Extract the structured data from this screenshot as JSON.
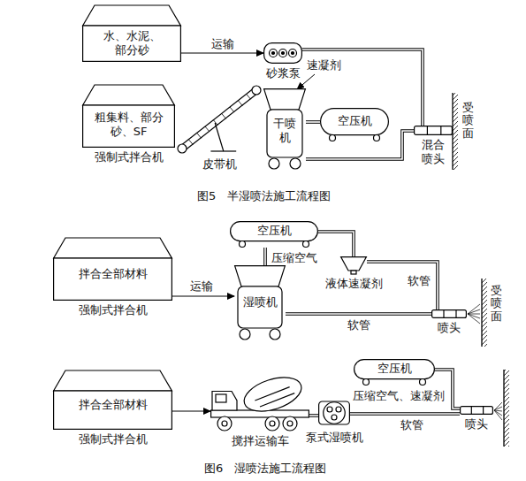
{
  "diagram": {
    "nodes": [
      {
        "text": [
          "水、水泥、部分砂"
        ]
      },
      {
        "text": [
          "砂浆泵"
        ]
      },
      {
        "text": [
          "粗集料、部分砂、SF",
          "强制式拌合机"
        ]
      },
      {
        "text": [
          "皮带机"
        ]
      },
      {
        "text": [
          "干喷机"
        ]
      },
      {
        "text": [
          "空压机"
        ]
      },
      {
        "text": [
          "混合喷头"
        ]
      },
      {
        "text": [
          "空压机"
        ]
      },
      {
        "text": [
          "拌合全部材料",
          "强制式拌合机"
        ]
      },
      {
        "text": [
          "湿喷机"
        ]
      },
      {
        "text": [
          "液体速凝剂"
        ]
      },
      {
        "text": [
          "喷头"
        ]
      },
      {
        "text": [
          "拌合全部材料",
          "强制式拌合机"
        ]
      },
      {
        "text": [
          "搅拌运输车"
        ]
      },
      {
        "text": [
          "空压机"
        ]
      },
      {
        "text": [
          "泵式湿喷机"
        ]
      },
      {
        "text": [
          "喷头"
        ]
      }
    ],
    "edges": [
      {
        "from": 0,
        "to": 1,
        "arrow": "to",
        "label": "运输"
      },
      {
        "from": 1,
        "to": 6,
        "arrow": "none"
      },
      {
        "from": 5,
        "to": 4,
        "arrow": "none"
      },
      {
        "from": 4,
        "to": 6,
        "arrow": "none"
      },
      {
        "from": 8,
        "to": 9,
        "arrow": "to",
        "label": "运输"
      },
      {
        "from": 7,
        "to": 9,
        "arrow": "none",
        "label": "压缩空气"
      },
      {
        "from": 7,
        "to": 10,
        "arrow": "none"
      },
      {
        "from": 10,
        "to": 11,
        "arrow": "none",
        "label": "软管"
      },
      {
        "from": 9,
        "to": 11,
        "arrow": "none",
        "label": "软管"
      },
      {
        "from": 12,
        "to": 13,
        "arrow": "to"
      },
      {
        "from": 13,
        "to": 15,
        "arrow": "none"
      },
      {
        "from": 14,
        "to": 16,
        "arrow": "none",
        "label": "压缩空气、速凝剂"
      },
      {
        "from": 15,
        "to": 16,
        "arrow": "none",
        "label": "软管"
      }
    ],
    "labels": [
      "速凝剂",
      "受喷面",
      "受喷面",
      "图5　半湿喷法施工流程图",
      "图6　湿喷法施工流程图"
    ]
  }
}
